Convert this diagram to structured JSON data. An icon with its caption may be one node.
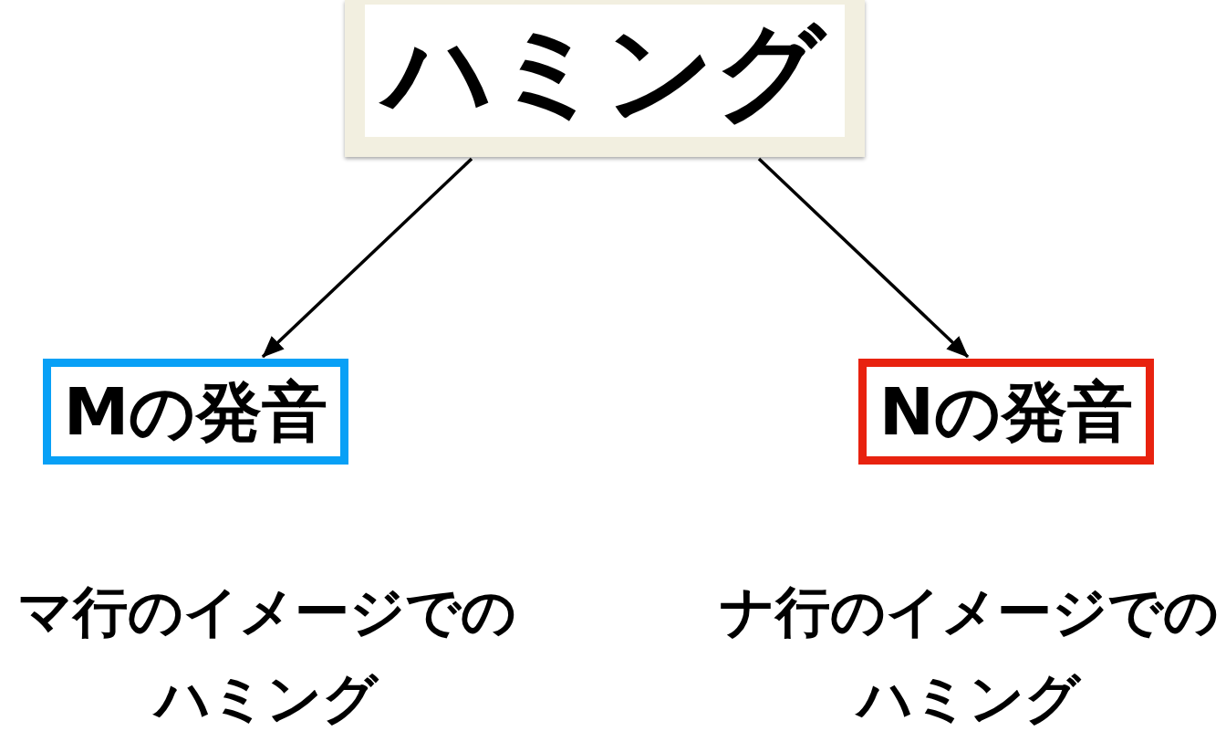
{
  "diagram": {
    "nodes": [
      {
        "text": [
          "ハミング"
        ]
      },
      {
        "text": [
          "Mの発音"
        ]
      },
      {
        "text": [
          "Nの発音"
        ]
      }
    ],
    "edges": [
      {
        "from": 0,
        "to": 1,
        "arrow": "to"
      },
      {
        "from": 0,
        "to": 2,
        "arrow": "to"
      }
    ],
    "labels": [
      "マ行のイメージでのハミング",
      "ナ行のイメージでのハミング"
    ]
  }
}
